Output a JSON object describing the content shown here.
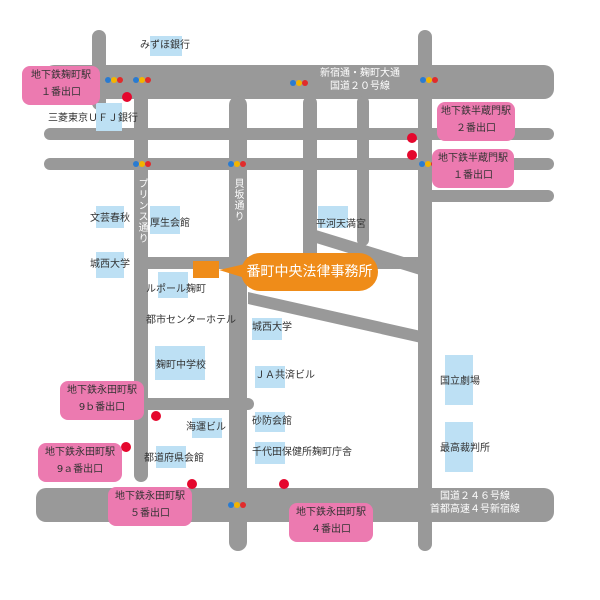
{
  "labels": {
    "mizuho": "みずほ銀行",
    "mufj": "三菱東京ＵＦＪ銀行",
    "bungei": "文芸春秋",
    "josai1": "城西大学",
    "kosei": "厚生会館",
    "hirakawa": "平河天満宮",
    "lupol": "ルポール麹町",
    "toshi": "都市センターホテル",
    "josai2": "城西大学",
    "kojimachi_jh": "麹町中学校",
    "ja": "ＪＡ共済ビル",
    "kaiun": "海運ビル",
    "sabo": "砂防会館",
    "todofuken": "都道府県会館",
    "chiyoda": "千代田保健所麹町庁舎",
    "kokuritsu": "国立劇場",
    "saiko": "最高裁判所"
  },
  "roads": {
    "shinjuku_line1": "新宿通・麹町大通",
    "shinjuku_line2": "国道２０号線",
    "prince": "プリンス通り",
    "kaizaka": "貝坂通り",
    "r246_line1": "国道２４６号線",
    "r246_line2": "首都高速４号新宿線"
  },
  "office": {
    "name": "番町中央法律事務所"
  },
  "stations": {
    "kojimachi": {
      "line1": "地下鉄麹町駅",
      "line2": "１番出口"
    },
    "hanzomon2": {
      "line1": "地下鉄半蔵門駅",
      "line2": "２番出口"
    },
    "hanzomon1": {
      "line1": "地下鉄半蔵門駅",
      "line2": "１番出口"
    },
    "nagatacho9b": {
      "line1": "地下鉄永田町駅",
      "line2": "9ｂ番出口"
    },
    "nagatacho9a": {
      "line1": "地下鉄永田町駅",
      "line2": "9ａ番出口"
    },
    "nagatacho5": {
      "line1": "地下鉄永田町駅",
      "line2": "５番出口"
    },
    "nagatacho4": {
      "line1": "地下鉄永田町駅",
      "line2": "４番出口"
    }
  },
  "colors": {
    "road": "#999999",
    "building": "#bde0f4",
    "office": "#ef8c19",
    "callout": "#ec7ab0",
    "exit_dot": "#e5072d",
    "signal": [
      "#2a7bd1",
      "#f3b400",
      "#e12b2b"
    ]
  }
}
